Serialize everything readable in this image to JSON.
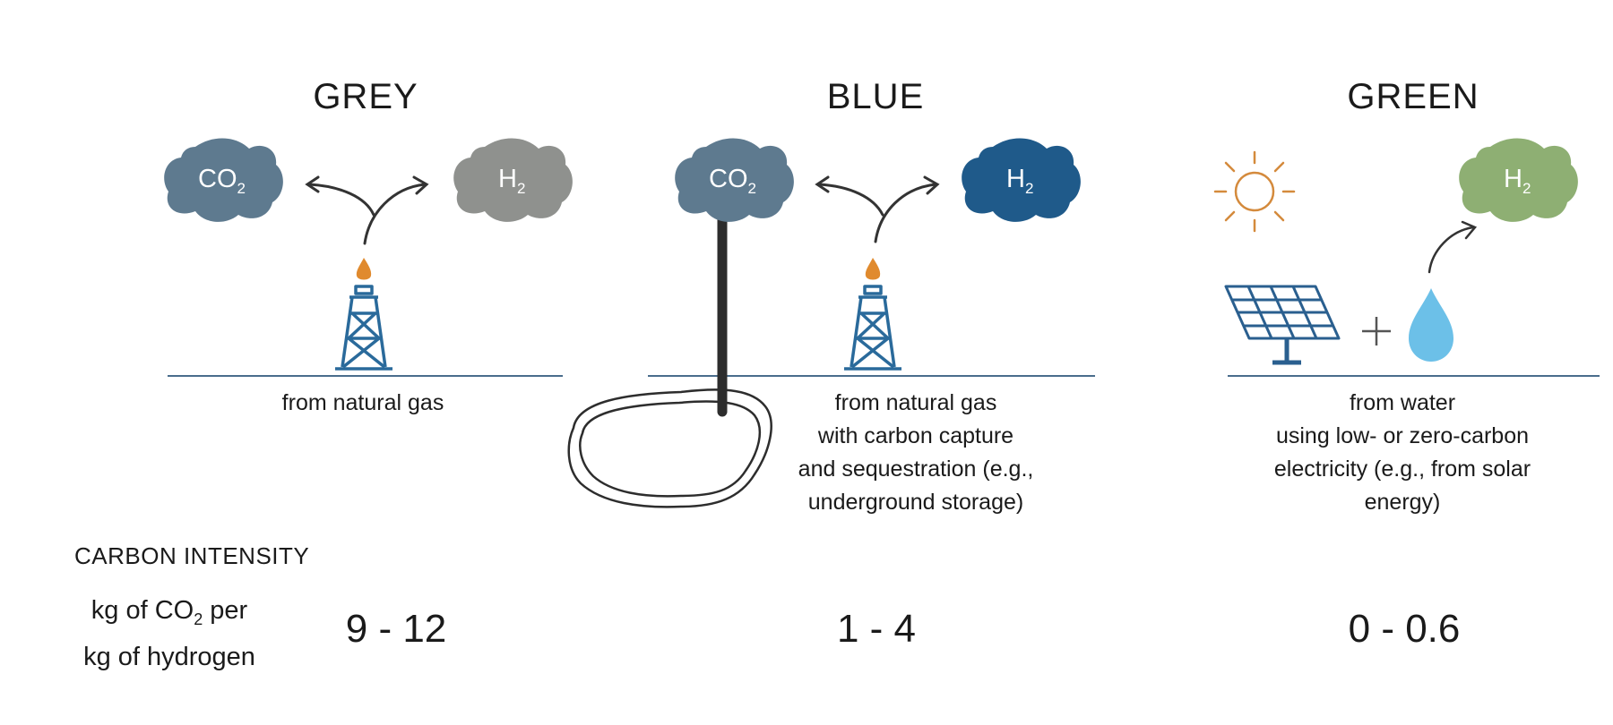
{
  "columns": [
    {
      "id": "grey",
      "title": "GREY",
      "co2_cloud": "CO",
      "co2_sub": "2",
      "h2_cloud": "H",
      "h2_sub": "2",
      "description": "from natural gas",
      "carbon_intensity": "9 - 12",
      "co2_color": "#5e7a8f",
      "h2_color": "#8f918e"
    },
    {
      "id": "blue",
      "title": "BLUE",
      "co2_cloud": "CO",
      "co2_sub": "2",
      "h2_cloud": "H",
      "h2_sub": "2",
      "description_lines": [
        "from natural gas",
        "with carbon capture",
        "and sequestration (e.g.,",
        "underground storage)"
      ],
      "carbon_intensity": "1 - 4",
      "co2_color": "#5e7a8f",
      "h2_color": "#1f5a8a"
    },
    {
      "id": "green",
      "title": "GREEN",
      "h2_cloud": "H",
      "h2_sub": "2",
      "plus": "+",
      "description_lines": [
        "from water",
        "using low- or zero-carbon",
        "electricity (e.g., from solar",
        "energy)"
      ],
      "carbon_intensity": "0 - 0.6",
      "h2_color": "#8eaf73"
    }
  ],
  "carbon_intensity": {
    "label": "CARBON INTENSITY",
    "unit_pre": "kg of CO",
    "unit_sub": "2",
    "unit_post": " per",
    "unit_line2": "kg of hydrogen"
  },
  "icons": [
    "cloud-icon",
    "arrow-icon",
    "flame-icon",
    "gas-rig-icon",
    "pipe-icon",
    "reservoir-icon",
    "sun-icon",
    "solar-panel-icon",
    "water-drop-icon"
  ],
  "colors": {
    "ground": "#4a6d8c",
    "rig": "#2a6a9b",
    "flame": "#e08a2e",
    "sun": "#d48a3c",
    "panel": "#2a5f8f",
    "drop": "#6cc0e8",
    "arrow": "#333333",
    "pipe": "#2d2d2d"
  }
}
